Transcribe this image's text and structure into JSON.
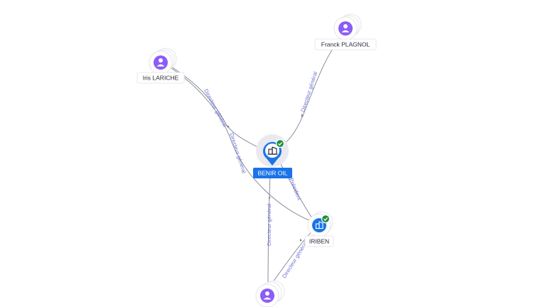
{
  "nodes": {
    "iris": {
      "label": "Iris LARICHE",
      "type": "person"
    },
    "franck": {
      "label": "Franck PLAGNOL",
      "type": "person"
    },
    "benir": {
      "label": "BENIR OIL",
      "type": "company",
      "verified": true
    },
    "iriben": {
      "label": "IRIBEN",
      "type": "company",
      "verified": true
    },
    "bottom": {
      "label": "",
      "type": "person"
    }
  },
  "edges": {
    "iris_benir": "Directeur général",
    "iris_iriben": "Directeur général",
    "franck_benir": "Directeur général",
    "benir_iriben": "Président",
    "bottom_benir": "Directeur général",
    "bottom_iriben": "Directeur général"
  },
  "colors": {
    "person": "#8b5cf6",
    "company": "#1a73e8",
    "verified": "#1e8e3e",
    "edge_label": "#6a6fd0"
  }
}
